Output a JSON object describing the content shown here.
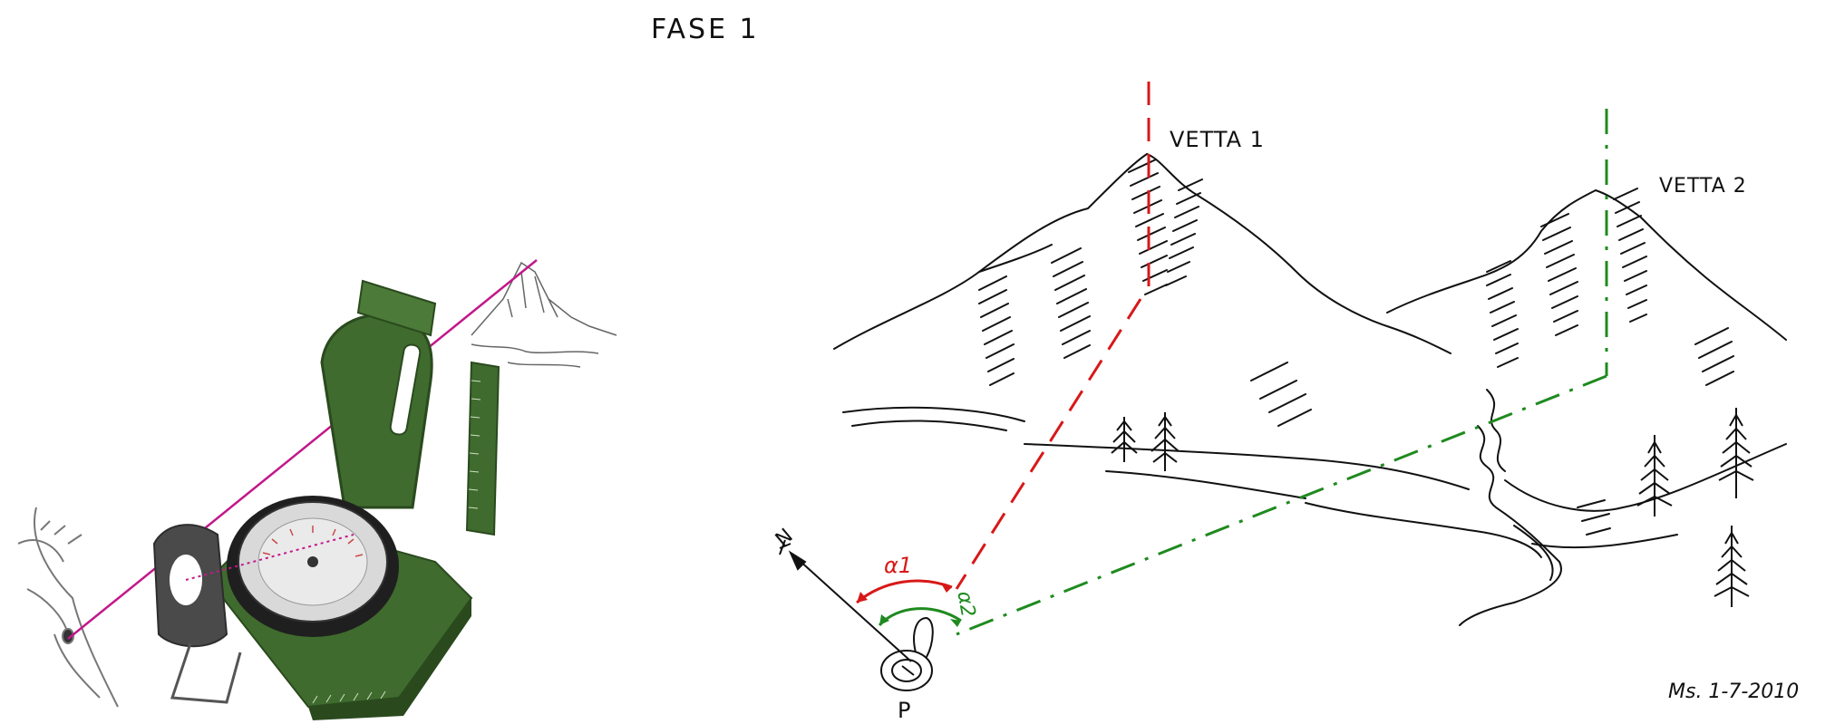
{
  "title": "FASE 1",
  "labels": {
    "peak1": "VETTA 1",
    "peak2": "VETTA 2",
    "north": "N",
    "observer": "P",
    "alpha1": "α1",
    "alpha2": "α2",
    "signature": "Ms. 1-7-2010"
  },
  "colors": {
    "ink": "#111111",
    "bearing1": "#d81818",
    "bearing2": "#1f8a1f",
    "sight_line": "#c2188a",
    "compass_body": "#3f6b2e",
    "compass_body_dark": "#2a4a1e"
  },
  "icons": {
    "compass": "lensatic-compass-icon",
    "mountain": "mountain-icon",
    "tree": "pine-tree-icon",
    "eye": "eye-icon"
  }
}
